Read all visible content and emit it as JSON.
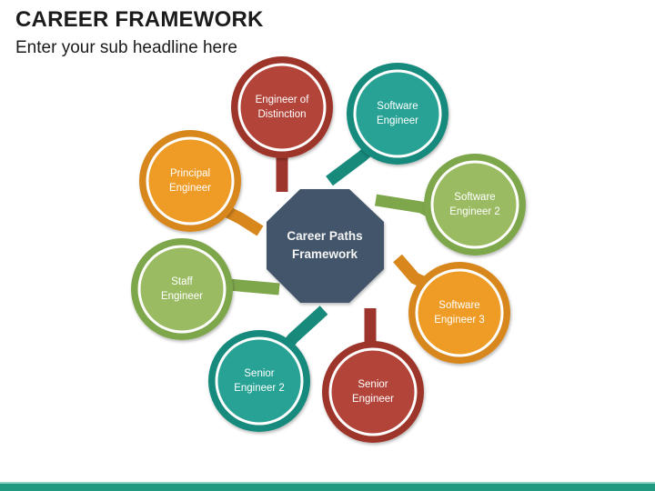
{
  "header": {
    "title": "CAREER FRAMEWORK",
    "subtitle": "Enter your sub headline here"
  },
  "center": {
    "label": "Career Paths\nFramework"
  },
  "nodes": [
    {
      "id": "engineer-of-distinction",
      "label": "Engineer of\nDistinction",
      "color": "red"
    },
    {
      "id": "software-engineer",
      "label": "Software\nEngineer",
      "color": "teal"
    },
    {
      "id": "software-engineer-2",
      "label": "Software\nEngineer 2",
      "color": "green"
    },
    {
      "id": "software-engineer-3",
      "label": "Software\nEngineer 3",
      "color": "orange"
    },
    {
      "id": "senior-engineer",
      "label": "Senior\nEngineer",
      "color": "red"
    },
    {
      "id": "senior-engineer-2",
      "label": "Senior\nEngineer 2",
      "color": "teal"
    },
    {
      "id": "staff-engineer",
      "label": "Staff\nEngineer",
      "color": "green"
    },
    {
      "id": "principal-engineer",
      "label": "Principal\nEngineer",
      "color": "orange"
    }
  ],
  "colors": {
    "red": {
      "ring": "#9e352c",
      "fill": "#b3443a"
    },
    "teal": {
      "ring": "#178a7c",
      "fill": "#28a294"
    },
    "green": {
      "ring": "#7ea74c",
      "fill": "#9bbb63"
    },
    "orange": {
      "ring": "#d8871d",
      "fill": "#ef9c27"
    },
    "octagon": "#43546a",
    "footer_bar": "#1f9a81",
    "footer_highlight": "#8fd0c2",
    "title_text": "#1b1b1b"
  }
}
